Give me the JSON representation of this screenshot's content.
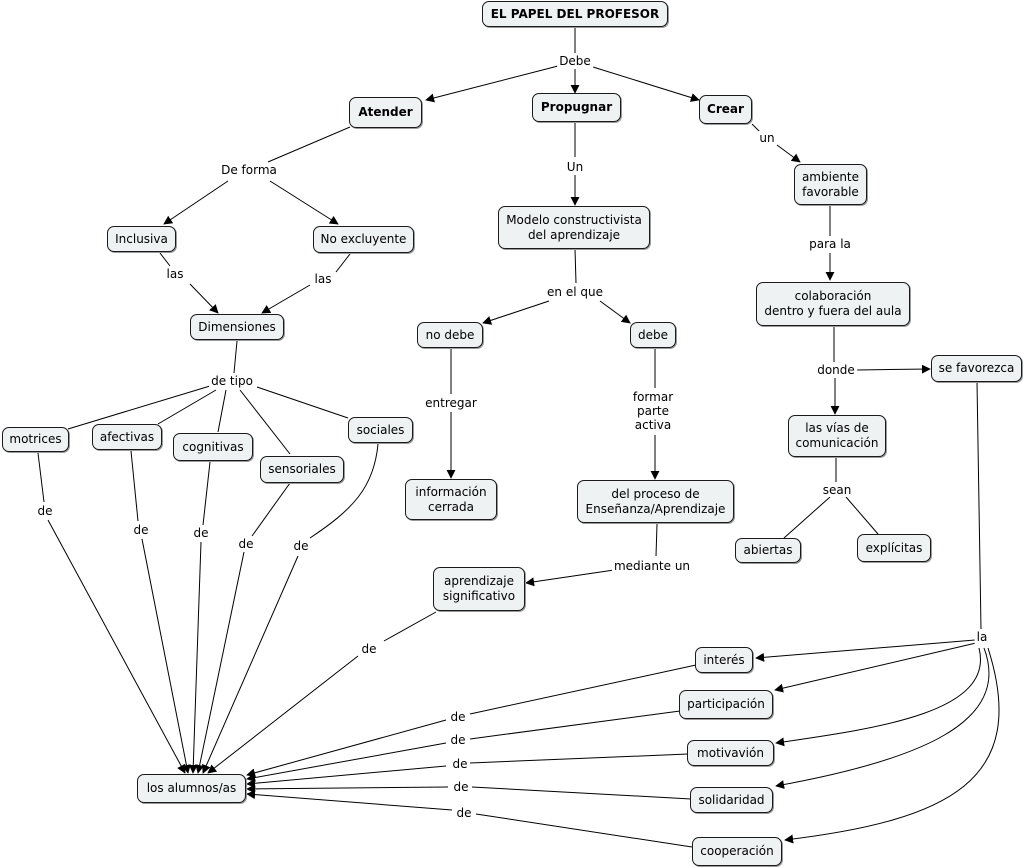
{
  "concepts": {
    "root": "EL PAPEL DEL PROFESOR",
    "atender": "Atender",
    "propugnar": "Propugnar",
    "crear": "Crear",
    "inclusiva": "Inclusiva",
    "no_excluyente": "No excluyente",
    "dimensiones": "Dimensiones",
    "motrices": "motrices",
    "afectivas": "afectivas",
    "cognitivas": "cognitivas",
    "sensoriales": "sensoriales",
    "sociales": "sociales",
    "alumnos": "los alumnos/as",
    "modelo": "Modelo constructivista\ndel aprendizaje",
    "no_debe": "no debe",
    "debe": "debe",
    "informacion": "información\ncerrada",
    "proceso": "del proceso de\nEnseñanza/Aprendizaje",
    "aprendizaje": "aprendizaje\nsignificativo",
    "ambiente": "ambiente\nfavorable",
    "colaboracion": "colaboración\ndentro y fuera del aula",
    "se_favorezca": "se favorezca",
    "vias": "las vías de\ncomunicación",
    "abiertas": "abiertas",
    "explicitas": "explícitas",
    "interes": "interés",
    "participacion": "participación",
    "motivacion": "motivavión",
    "solidaridad": "solidaridad",
    "cooperacion": "cooperación"
  },
  "linking_phrases": {
    "debe_root": "Debe",
    "de_forma": "De forma",
    "las_1": "las",
    "las_2": "las",
    "de_tipo": "de tipo",
    "de_motrices": "de",
    "de_afectivas": "de",
    "de_cognitivas": "de",
    "de_sensoriales": "de",
    "de_sociales": "de",
    "un_propugnar": "Un",
    "en_el_que": "en el que",
    "entregar": "entregar",
    "formar_parte": "formar\nparte\nactiva",
    "mediante_un": "mediante un",
    "de_aprendizaje": "de",
    "un_crear": "un",
    "para_la": "para la",
    "donde": "donde",
    "sean": "sean",
    "la": "la",
    "de_interes": "de",
    "de_participacion": "de",
    "de_motivacion": "de",
    "de_solidaridad": "de",
    "de_cooperacion": "de"
  }
}
